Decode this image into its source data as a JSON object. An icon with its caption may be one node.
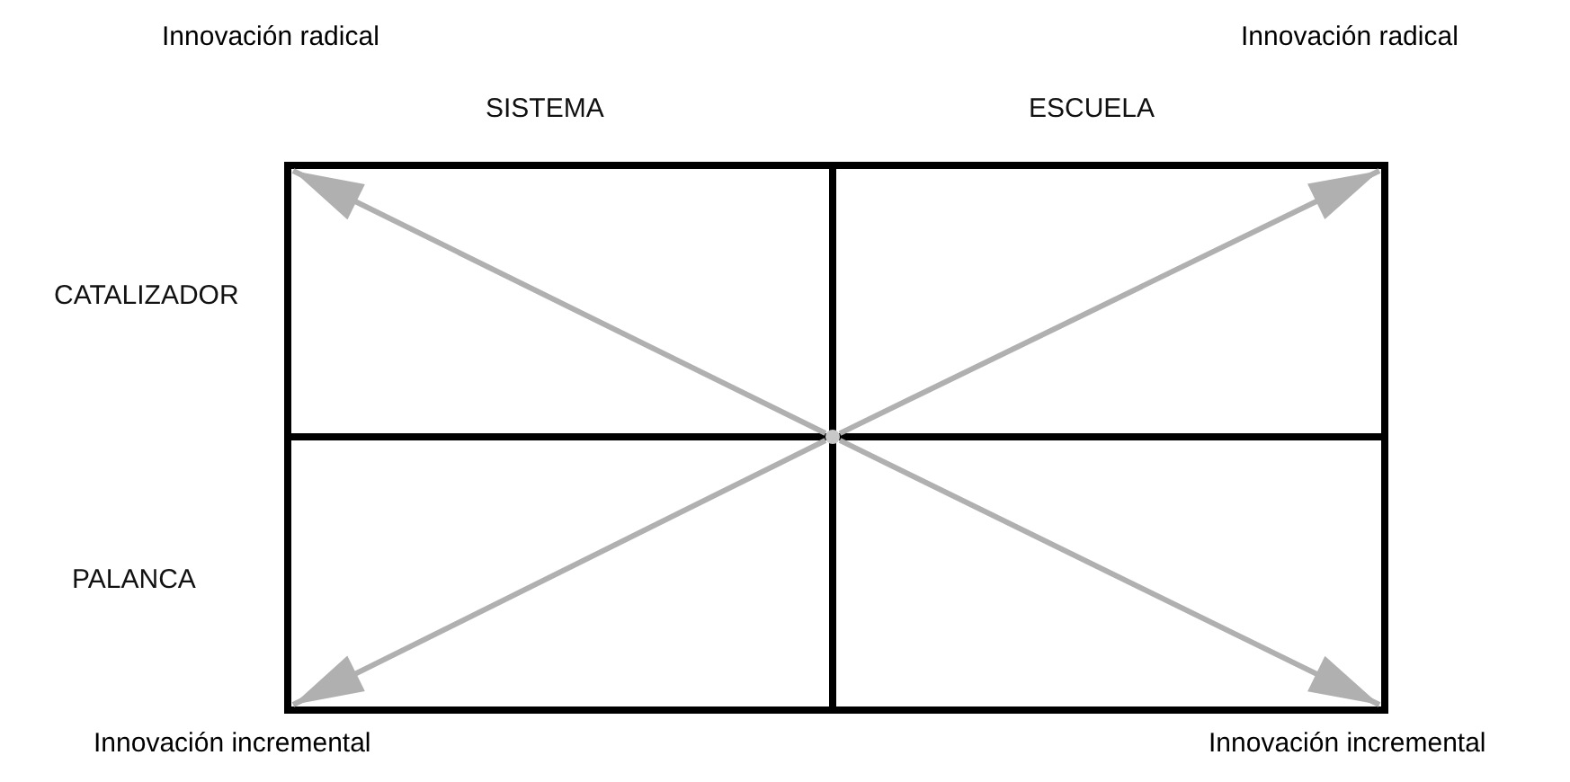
{
  "diagram": {
    "nodes": [
      {
        "text": [],
        "shape": "circle"
      },
      {
        "text": [
          "Innovación radical"
        ]
      },
      {
        "text": [
          "Innovación radical"
        ]
      },
      {
        "text": [
          "Innovación incremental"
        ]
      },
      {
        "text": [
          "Innovación incremental"
        ]
      }
    ],
    "edges": [
      {
        "from": 0,
        "to": 1,
        "arrow": "to"
      },
      {
        "from": 0,
        "to": 2,
        "arrow": "to"
      },
      {
        "from": 0,
        "to": 3,
        "arrow": "to"
      },
      {
        "from": 0,
        "to": 4,
        "arrow": "to"
      }
    ],
    "labels": [
      "SISTEMA",
      "ESCUELA",
      "CATALIZADOR",
      "PALANCA"
    ]
  }
}
